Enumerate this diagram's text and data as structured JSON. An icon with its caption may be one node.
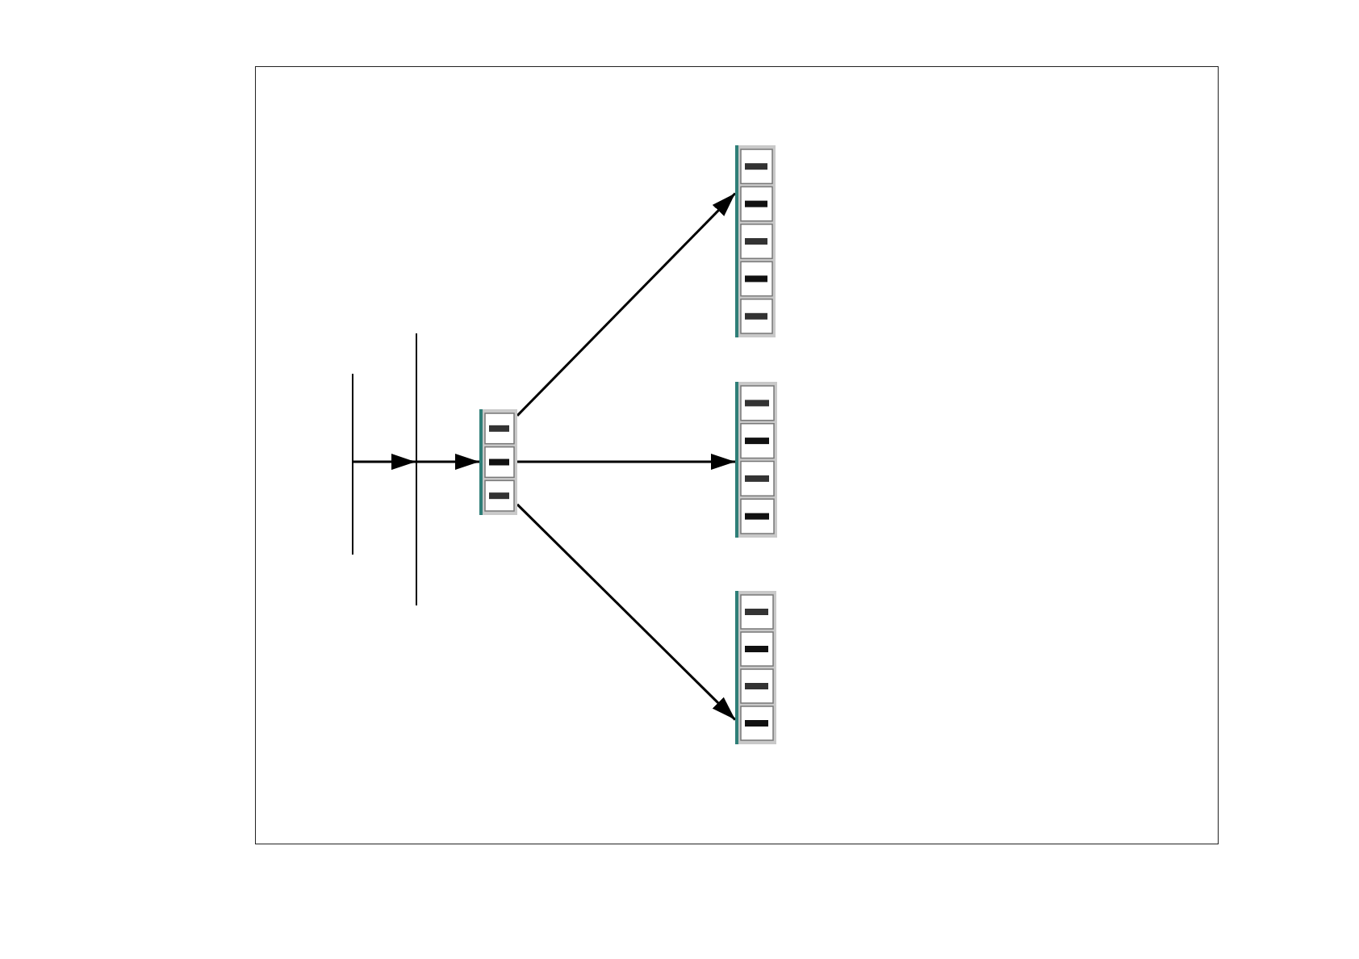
{
  "diagram": {
    "nodes": [
      {
        "text": [],
        "shape": "bar"
      },
      {
        "text": [],
        "shape": "bar"
      },
      {
        "text": [],
        "shape": "picture"
      },
      {
        "text": [],
        "shape": "picture"
      },
      {
        "text": [],
        "shape": "picture"
      },
      {
        "text": [],
        "shape": "picture"
      }
    ],
    "edges": [
      {
        "from": 0,
        "to": 1,
        "arrow": "to"
      },
      {
        "from": 1,
        "to": 2,
        "arrow": "to"
      },
      {
        "from": 2,
        "to": 3,
        "arrow": "to"
      },
      {
        "from": 2,
        "to": 4,
        "arrow": "to"
      },
      {
        "from": 2,
        "to": 5,
        "arrow": "to"
      }
    ]
  }
}
